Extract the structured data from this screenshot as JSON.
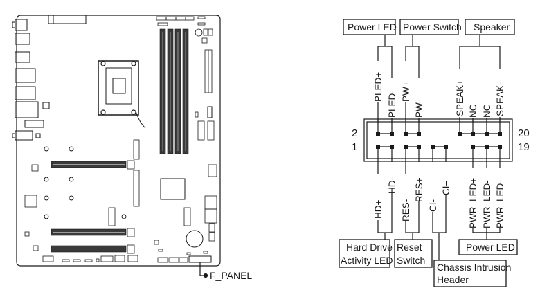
{
  "board": {
    "callout_label": "F_PANEL"
  },
  "header": {
    "row_labels": {
      "top_left": "2",
      "top_right": "20",
      "bottom_left": "1",
      "bottom_right": "19"
    },
    "top_pins": [
      "PLED+",
      "PLED-",
      "PW+",
      "PW-",
      "",
      "",
      "SPEAK+",
      "NC",
      "NC",
      "SPEAK-"
    ],
    "bottom_pins": [
      "HD+",
      "HD-",
      "RES-",
      "RES+",
      "CI-",
      "CI+",
      "",
      "PWR_LED+",
      "PWR_LED-",
      "PWR_LED-"
    ],
    "top_groups": [
      {
        "label": "Power LED"
      },
      {
        "label": "Power Switch"
      },
      {
        "label": "Speaker"
      }
    ],
    "bottom_groups": [
      {
        "label_line1": "Hard Drive",
        "label_line2": "Activity LED"
      },
      {
        "label_line1": "Reset",
        "label_line2": "Switch"
      },
      {
        "label_line1": "Chassis Intrusion",
        "label_line2": "Header"
      },
      {
        "label_line1": "Power LED",
        "label_line2": ""
      }
    ]
  },
  "colors": {
    "line": "#1a1a1a",
    "dimm": "#3a3a3a"
  }
}
